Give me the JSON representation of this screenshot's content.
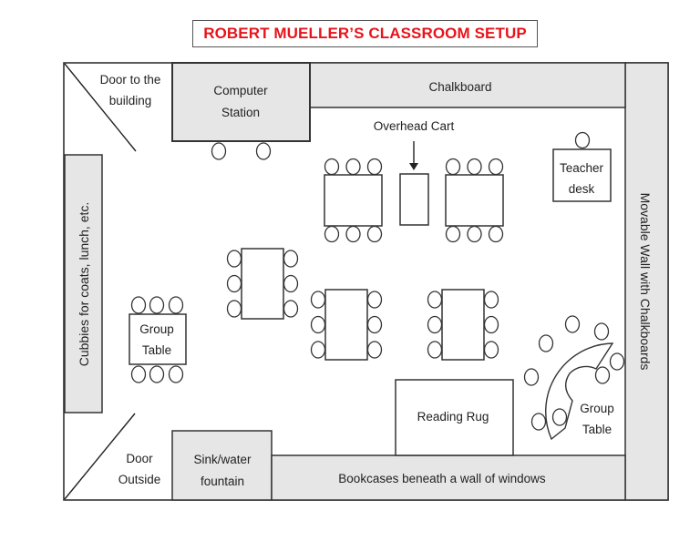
{
  "title": "ROBERT MUELLER’S CLASSROOM SETUP",
  "colors": {
    "title_text": "#e8141b",
    "fixture_fill": "#e6e6e6",
    "outline": "#333333"
  },
  "room": {
    "doors": {
      "top": {
        "label_line1": "Door to the",
        "label_line2": "building"
      },
      "bottom": {
        "label_line1": "Door",
        "label_line2": "Outside"
      }
    },
    "fixtures": {
      "computer_station": {
        "line1": "Computer",
        "line2": "Station",
        "chairs": 2
      },
      "chalkboard": {
        "label": "Chalkboard"
      },
      "movable_wall": {
        "label": "Movable Wall with Chalkboards"
      },
      "cubbies": {
        "label": "Cubbies for coats, lunch, etc."
      },
      "sink": {
        "line1": "Sink/water",
        "line2": "fountain"
      },
      "bookcases": {
        "label": "Bookcases beneath a wall of windows"
      },
      "reading_rug": {
        "label": "Reading Rug"
      }
    },
    "overhead_cart": {
      "label": "Overhead Cart"
    },
    "teacher_desk": {
      "line1": "Teacher",
      "line2": "desk",
      "chairs": 1
    },
    "group_table_left": {
      "line1": "Group",
      "line2": "Table",
      "chairs": 6
    },
    "group_table_curved": {
      "line1": "Group",
      "line2": "Table",
      "chairs": 8
    },
    "student_tables": [
      {
        "name": "front-left-table",
        "chairs": 6
      },
      {
        "name": "front-right-table",
        "chairs": 6
      },
      {
        "name": "middle-left-table",
        "chairs": 6
      },
      {
        "name": "middle-center-table",
        "chairs": 6
      },
      {
        "name": "middle-right-table",
        "chairs": 6
      }
    ]
  }
}
